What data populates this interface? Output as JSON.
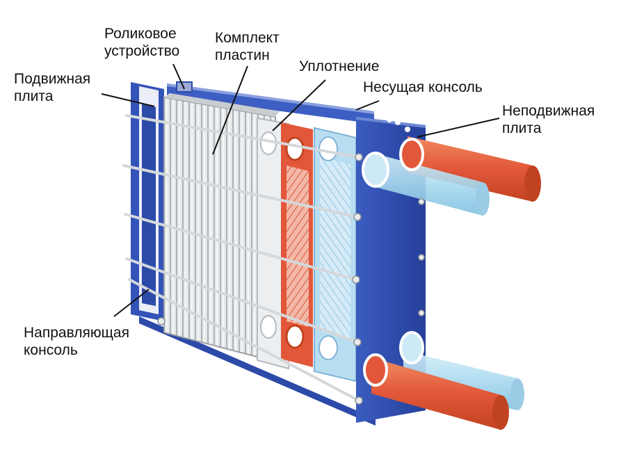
{
  "labels": {
    "roller_device": [
      "Роликовое",
      "устройство"
    ],
    "plate_pack": [
      "Комплект",
      "пластин"
    ],
    "gasket": "Уплотнение",
    "carrying_bar": "Несущая консоль",
    "fixed_plate": [
      "Неподвижная",
      "плита"
    ],
    "movable_plate": [
      "Подвижная",
      "плита"
    ],
    "guide_bar": [
      "Направляющая",
      "консоль"
    ]
  },
  "colors": {
    "frame_blue": "#2f4fae",
    "hot_red": "#e2573a",
    "cold_blue": "#9fd4ee",
    "plate_gray": "#d9dcde",
    "bolt_silver": "#cfd3d6"
  }
}
